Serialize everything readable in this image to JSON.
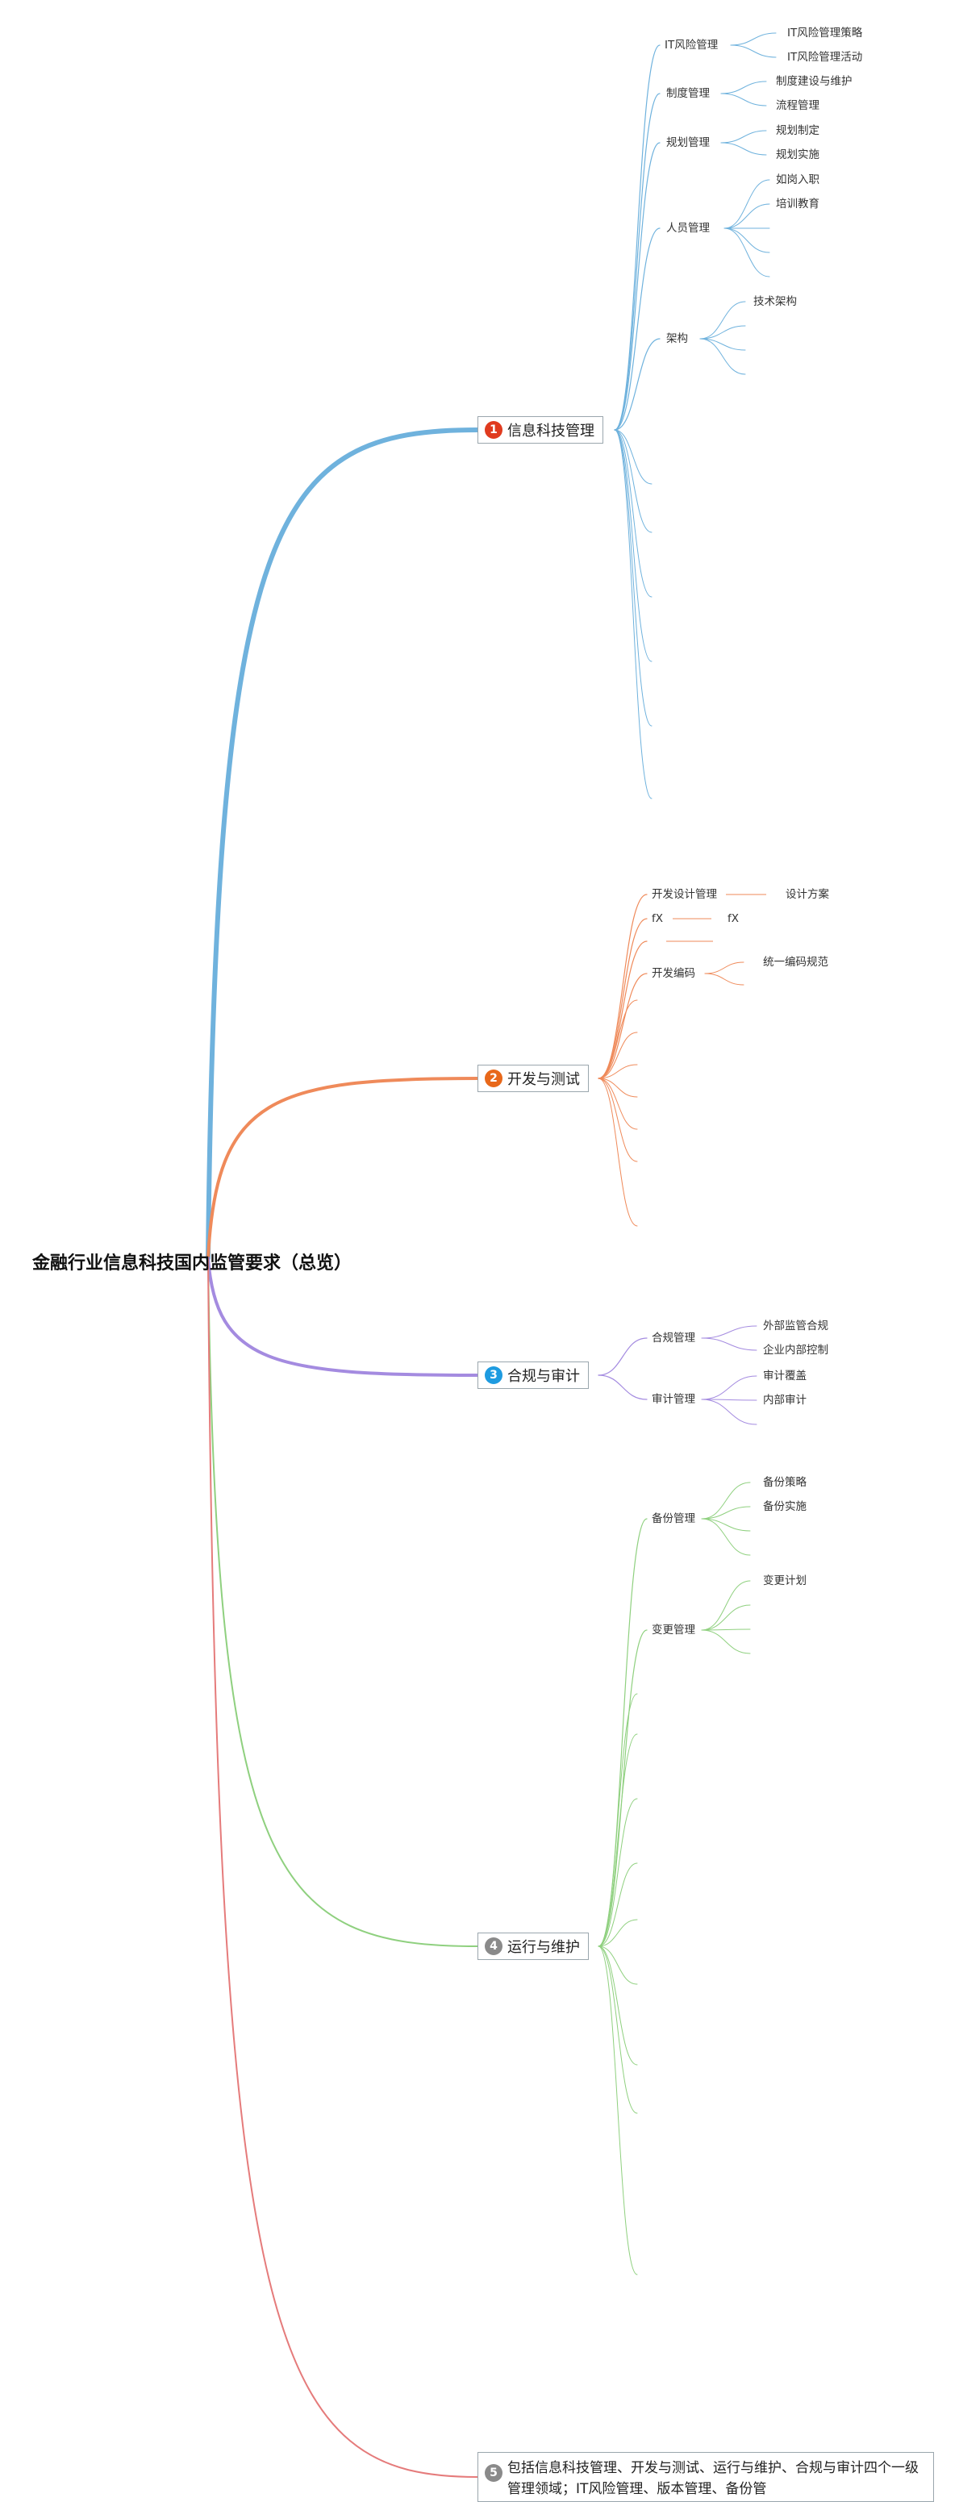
{
  "root": {
    "title": "金融行业信息科技国内监管要求（总览）"
  },
  "colors": {
    "t1": "#6fb2dd",
    "t2": "#ef8a5a",
    "t3": "#a48be0",
    "t4": "#8fd07f",
    "t5": "#e57b7b",
    "badge1": "#e03b1f",
    "badge2": "#e8681a",
    "badge3": "#1e9be0",
    "badge4": "#8a8a8a",
    "badge5": "#8a8a8a"
  },
  "topics": [
    {
      "number": "1",
      "label": "信息科技管理",
      "children": [
        {
          "label": "IT风险管理",
          "children": [
            "IT风险管理策略",
            "IT风险管理活动"
          ]
        },
        {
          "label": "制度管理",
          "children": [
            "制度建设与维护",
            "流程管理"
          ]
        },
        {
          "label": "规划管理",
          "children": [
            "规划制定",
            "规划实施"
          ]
        },
        {
          "label": "人员管理",
          "children": [
            "如岗入职",
            "培训教育"
          ]
        },
        {
          "label": "架构",
          "children": [
            "技术架构"
          ]
        }
      ]
    },
    {
      "number": "2",
      "label": "开发与测试",
      "children": [
        {
          "label": "开发设计管理",
          "children": [
            "设计方案"
          ]
        },
        {
          "label": "fX",
          "children": [
            "fX"
          ]
        },
        {
          "label": " ",
          "children": [
            " "
          ]
        },
        {
          "label": "开发编码",
          "children": [
            "统一编码规范"
          ]
        }
      ]
    },
    {
      "number": "3",
      "label": "合规与审计",
      "children": [
        {
          "label": "合规管理",
          "children": [
            "外部监管合规",
            "企业内部控制"
          ]
        },
        {
          "label": "审计管理",
          "children": [
            "审计覆盖",
            "内部审计"
          ]
        }
      ]
    },
    {
      "number": "4",
      "label": "运行与维护",
      "children": [
        {
          "label": "备份管理",
          "children": [
            "备份策略",
            "备份实施"
          ]
        },
        {
          "label": "变更管理",
          "children": [
            "变更计划"
          ]
        }
      ]
    },
    {
      "number": "5",
      "label": "包括信息科技管理、开发与测试、运行与维护、合规与审计四个一级管理领域；IT风险管理、版本管理、备份管"
    }
  ]
}
